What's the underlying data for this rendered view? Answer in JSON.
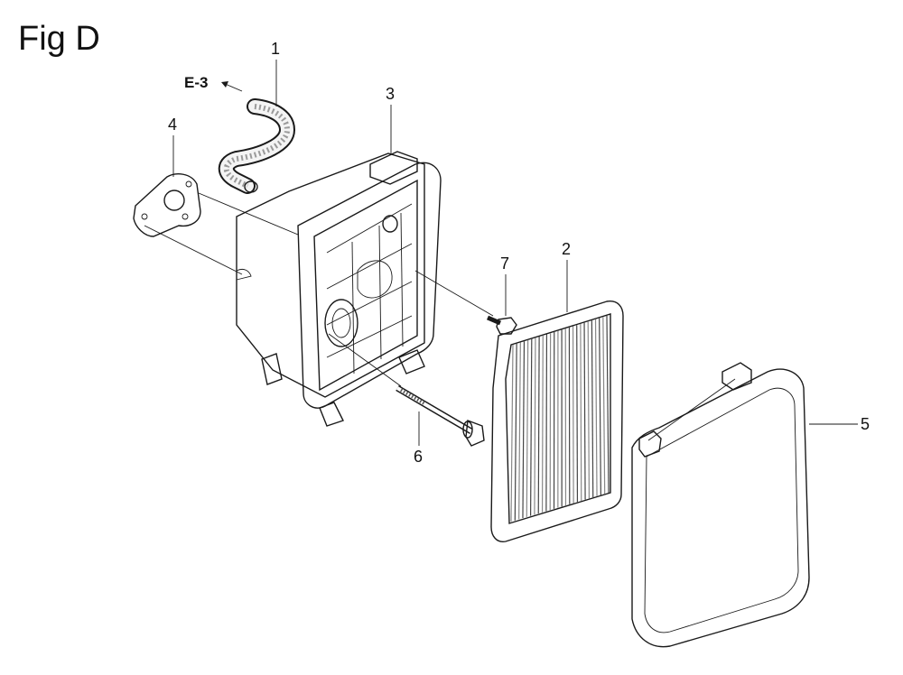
{
  "figure": {
    "title": "Fig D",
    "reference": "E-3"
  },
  "callouts": [
    {
      "id": "1",
      "text": "1"
    },
    {
      "id": "2",
      "text": "2"
    },
    {
      "id": "3",
      "text": "3"
    },
    {
      "id": "4",
      "text": "4"
    },
    {
      "id": "5",
      "text": "5"
    },
    {
      "id": "6",
      "text": "6"
    },
    {
      "id": "7",
      "text": "7"
    }
  ]
}
